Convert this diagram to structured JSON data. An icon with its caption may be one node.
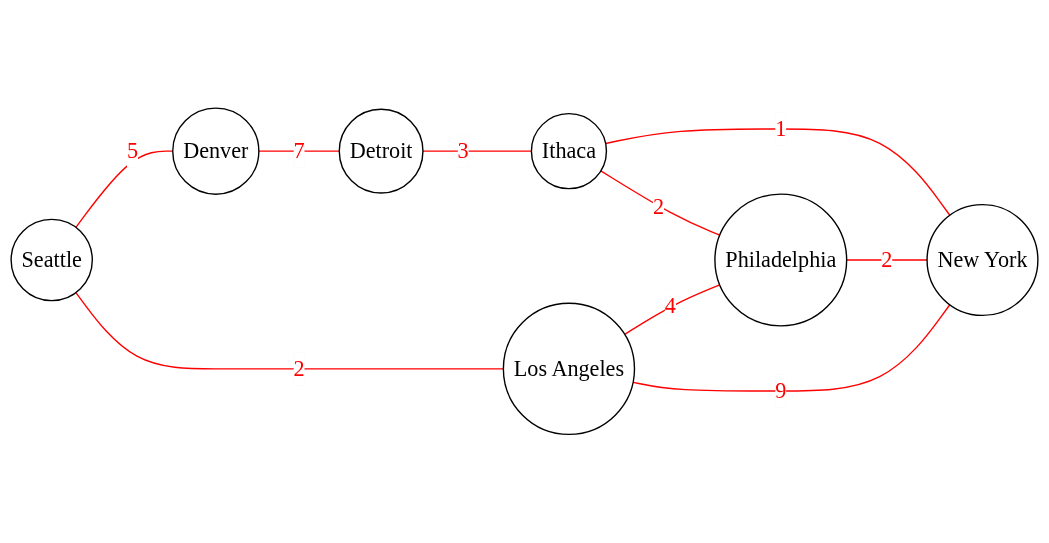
{
  "diagram": {
    "nodes": [
      {
        "text": [
          "Detroit"
        ]
      },
      {
        "text": [
          "Ithaca"
        ]
      },
      {
        "text": [
          "Seattle"
        ]
      },
      {
        "text": [
          "Denver"
        ]
      },
      {
        "text": [
          "Philadelphia"
        ]
      },
      {
        "text": [
          "New York"
        ]
      },
      {
        "text": [
          "Los Angeles"
        ]
      }
    ],
    "edges": [
      {
        "from": 2,
        "to": 3,
        "arrow": "none",
        "label": "5"
      },
      {
        "from": 3,
        "to": 0,
        "arrow": "none",
        "label": "7"
      },
      {
        "from": 0,
        "to": 1,
        "arrow": "none",
        "label": "3"
      },
      {
        "from": 1,
        "to": 5,
        "arrow": "none",
        "label": "1"
      },
      {
        "from": 1,
        "to": 4,
        "arrow": "none",
        "label": "2"
      },
      {
        "from": 4,
        "to": 5,
        "arrow": "none",
        "label": "2"
      },
      {
        "from": 2,
        "to": 6,
        "arrow": "none",
        "label": "2"
      },
      {
        "from": 6,
        "to": 4,
        "arrow": "none",
        "label": "4"
      },
      {
        "from": 6,
        "to": 5,
        "arrow": "none",
        "label": "9"
      }
    ]
  }
}
